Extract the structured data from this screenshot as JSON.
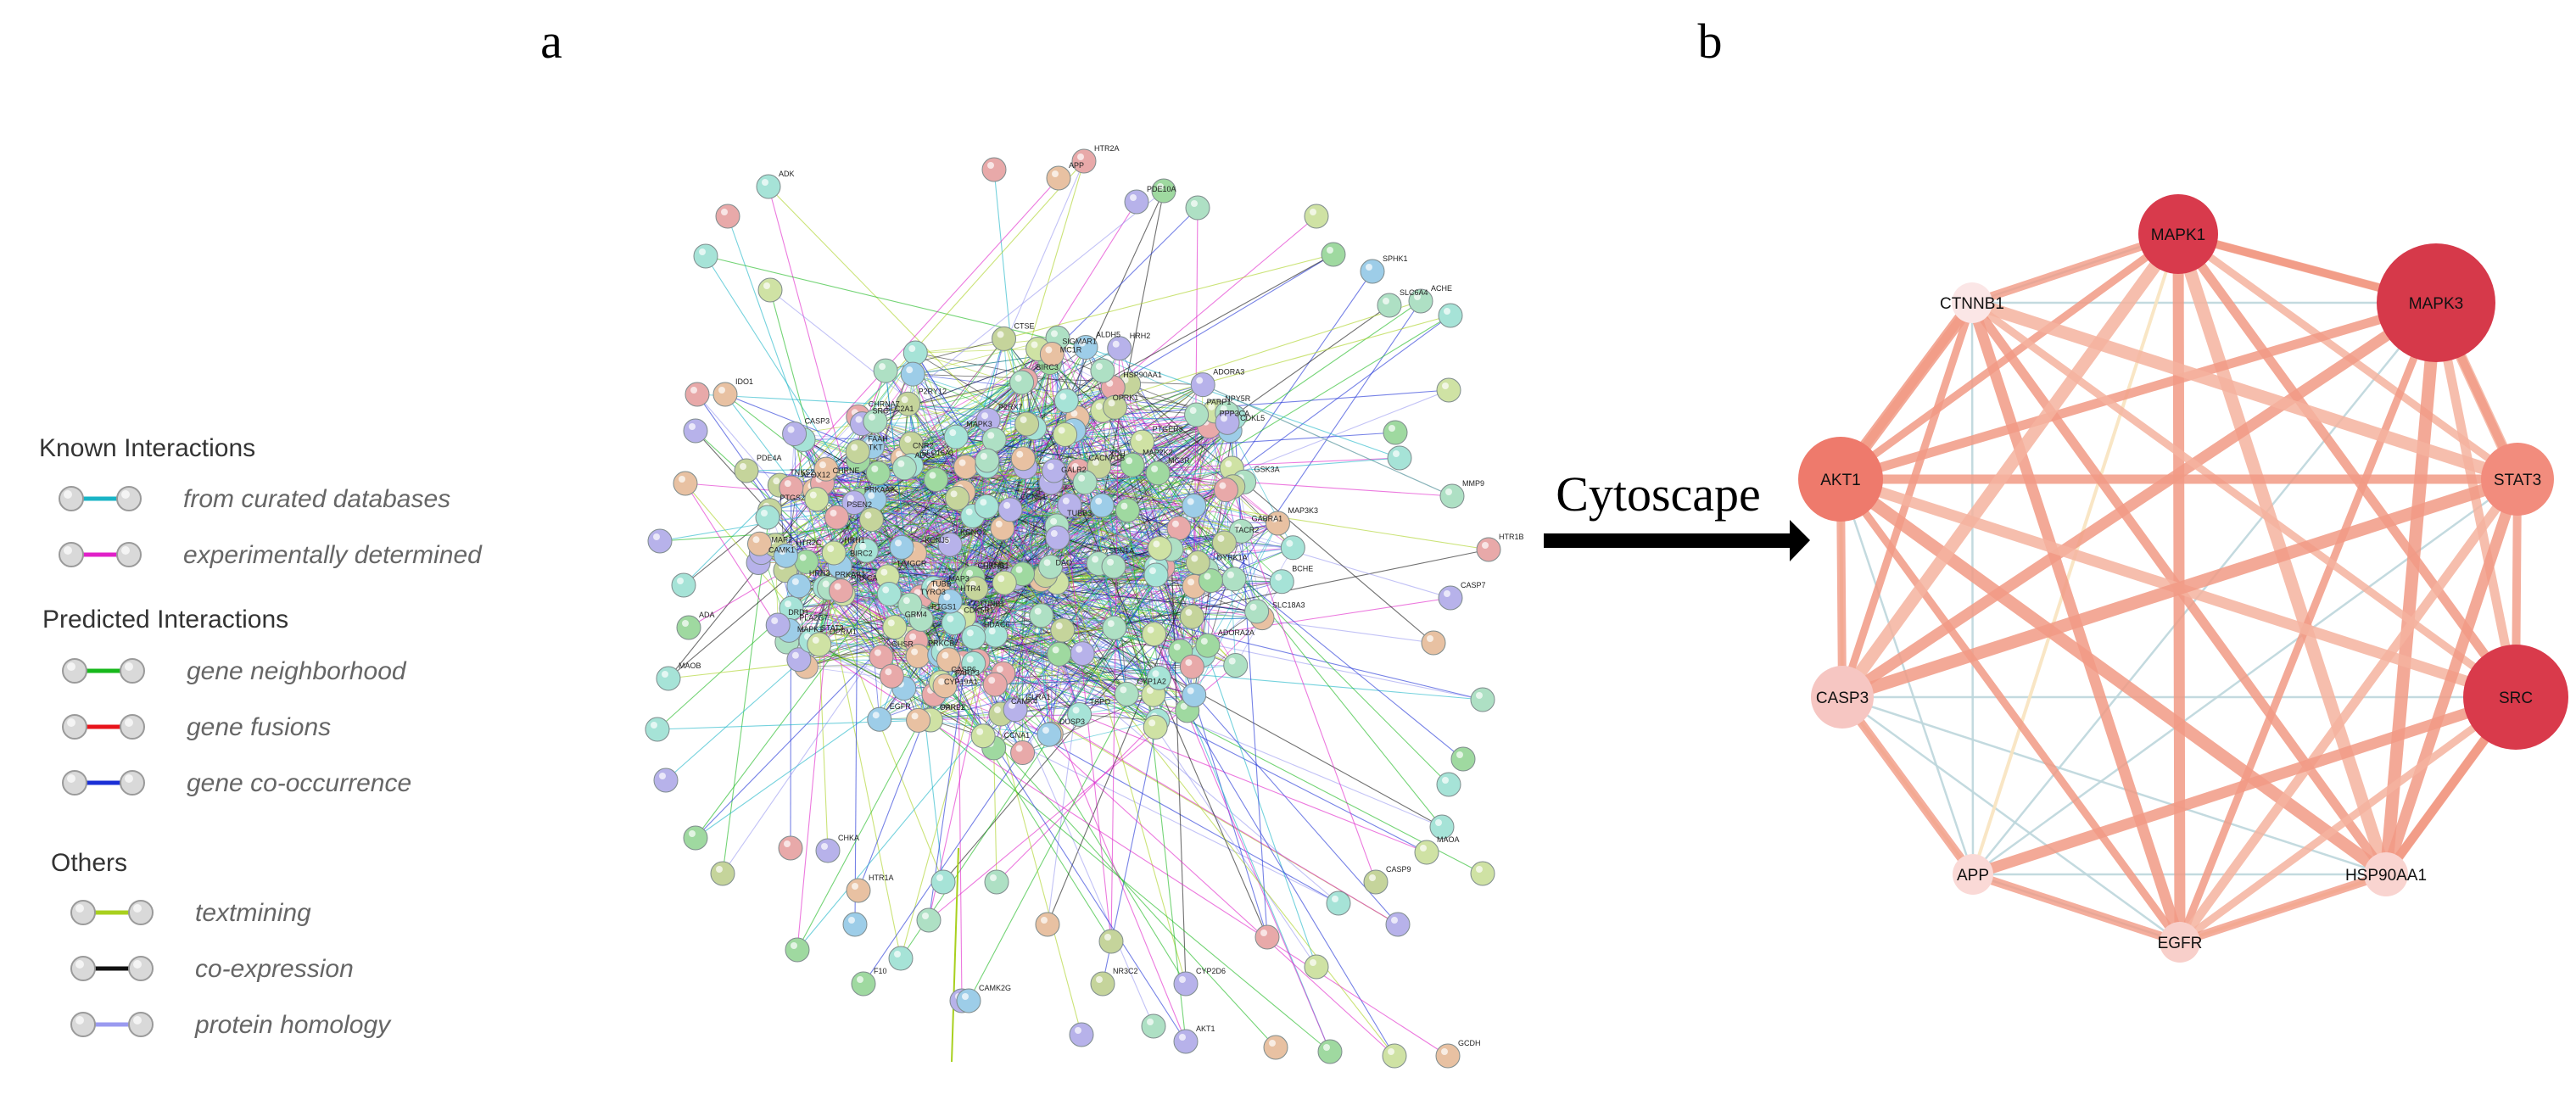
{
  "panel_a": {
    "label": "a",
    "legend": {
      "groups": [
        {
          "title": "Known Interactions",
          "items": [
            {
              "label": "from curated databases",
              "color": "#19b4c6"
            },
            {
              "label": "experimentally determined",
              "color": "#e020c8"
            }
          ]
        },
        {
          "title": "Predicted Interactions",
          "items": [
            {
              "label": "gene neighborhood",
              "color": "#17b81b"
            },
            {
              "label": "gene fusions",
              "color": "#e8141b"
            },
            {
              "label": "gene co-occurrence",
              "color": "#1a2fd6"
            }
          ]
        },
        {
          "title": "Others",
          "items": [
            {
              "label": "textmining",
              "color": "#a8d01e"
            },
            {
              "label": "co-expression",
              "color": "#111111"
            },
            {
              "label": "protein homology",
              "color": "#9a9af0"
            }
          ]
        }
      ]
    },
    "network_labels": [
      "GABRA1",
      "KCNQ2",
      "CDKL5",
      "SCN1A",
      "CHRNB1",
      "CHRNA7",
      "TUBB3",
      "TUBB",
      "CCNA1",
      "CCNE1",
      "PRKAB1",
      "DAO",
      "MAP2",
      "DYRK1A",
      "PRKAA2",
      "GSK3A",
      "PARP2",
      "TNKS2",
      "SLC18A3",
      "HMGCR",
      "CAMK4",
      "CDK5R1",
      "PSEN2",
      "PARP1",
      "PARP3",
      "HDAC6",
      "HRH3",
      "TYRO3",
      "HRH1",
      "ADORA3",
      "ADK",
      "PDE10A",
      "ACHE",
      "CASP7",
      "CASP9",
      "NR3C2",
      "CHKA",
      "ADA",
      "PDE4A",
      "CAMK2G",
      "AKT1",
      "MAPK1",
      "MAPK3",
      "TACR2",
      "CASP6",
      "BIRC2",
      "TKT",
      "CACNA1B",
      "CNR2",
      "PPP3CA",
      "EGFR",
      "SRC",
      "STAT3",
      "MAP3",
      "BIRC3",
      "HRH2",
      "ADORA2A",
      "FAAH",
      "PRKCA",
      "PRKCB",
      "HSP90AA1",
      "CTNNB1",
      "CASP3",
      "CTSB",
      "MAP2K2",
      "DUSP3",
      "CTSE",
      "HTR2C",
      "SIGMAR1",
      "HTR4",
      "DRD1",
      "HTR2A",
      "SLC6A4",
      "HTR1B",
      "MAOA",
      "CYP2D6",
      "HTR1A",
      "MAOB",
      "IDO1",
      "F10",
      "GCDH",
      "OPRL1",
      "P2RY12",
      "P2RX7",
      "CYP19A1",
      "CAMK1",
      "ALDH5",
      "MC3R",
      "GHSR",
      "PTGER3",
      "GALR2",
      "CHRNE",
      "MC1R",
      "SLC16A1",
      "KCNJ5",
      "NPY5R",
      "TSPO",
      "CYP1A2",
      "XDH",
      "ADC1",
      "PTGS1",
      "ALOX12",
      "PLA2G7",
      "OPRK1",
      "GLRA1",
      "SLC2A1",
      "MAP3K3",
      "PTGS2",
      "BCHE",
      "OPRM1",
      "GRM4",
      "APP",
      "SPHK1",
      "MMP9"
    ]
  },
  "arrow_label": "Cytoscape",
  "panel_b": {
    "label": "b",
    "nodes": [
      {
        "name": "MAPK1",
        "color": "#d83a4c"
      },
      {
        "name": "MAPK3",
        "color": "#d6394a"
      },
      {
        "name": "CTNNB1",
        "color": "#fbe6e6"
      },
      {
        "name": "AKT1",
        "color": "#ee7a6c"
      },
      {
        "name": "STAT3",
        "color": "#f28c7d"
      },
      {
        "name": "CASP3",
        "color": "#f6c6c2"
      },
      {
        "name": "SRC",
        "color": "#d93a4b"
      },
      {
        "name": "APP",
        "color": "#fad9d6"
      },
      {
        "name": "HSP90AA1",
        "color": "#f9d4d0"
      },
      {
        "name": "EGFR",
        "color": "#f8cfca"
      }
    ],
    "edge_colors": {
      "strong": "#f19a85",
      "medium": "#f5b39f",
      "weak_warm": "#f8e3bf",
      "weak_cool": "#bcd6dc"
    }
  }
}
